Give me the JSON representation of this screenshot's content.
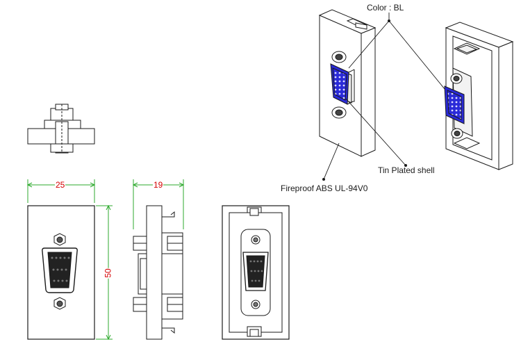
{
  "labels": {
    "color": "Color : BL",
    "shell": "Tin Plated shell",
    "material": "Fireproof ABS UL-94V0"
  },
  "dimensions": {
    "width": "25",
    "depth": "19",
    "height": "50"
  },
  "colors": {
    "line": "#1a1a1a",
    "dimension": "#d40000",
    "dimension_line": "#2eaa2e",
    "connector_blue": "#2a2ad8"
  }
}
